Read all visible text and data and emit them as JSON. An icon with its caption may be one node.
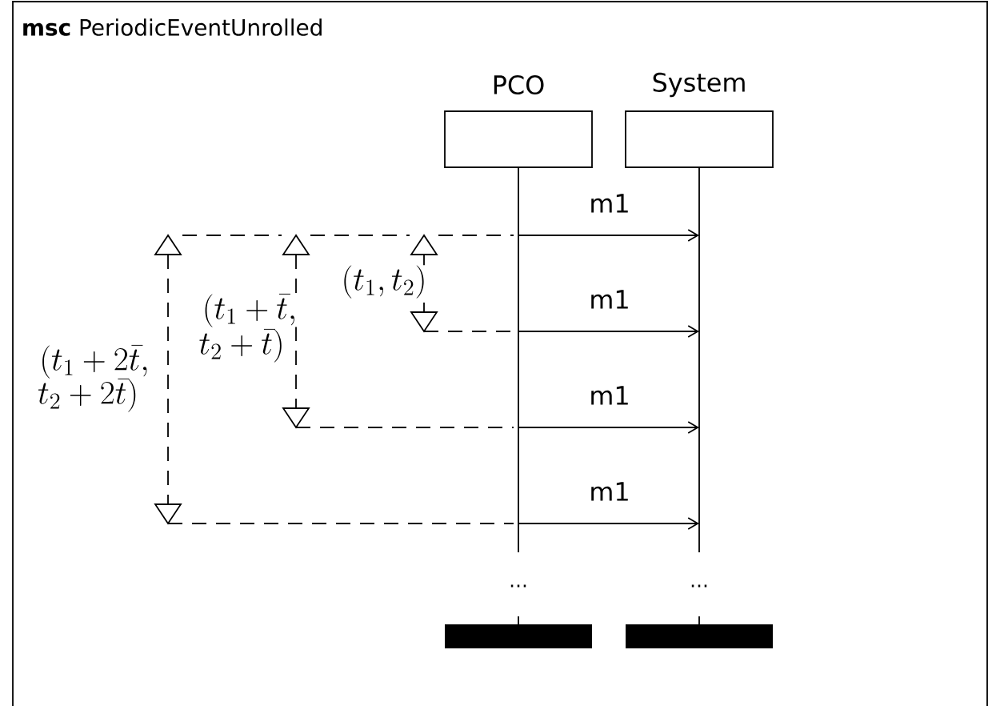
{
  "diagram": {
    "title": "**msc** PeriodicEventUnrolled",
    "nodes": [
      {
        "text": [
          "PCO"
        ]
      },
      {
        "text": [
          "System"
        ]
      }
    ],
    "edges": [
      {
        "from": 0,
        "to": 1,
        "arrow": "to",
        "label": "m1"
      },
      {
        "from": 0,
        "to": 1,
        "arrow": "to",
        "label": "m1"
      },
      {
        "from": 0,
        "to": 1,
        "arrow": "to",
        "label": "m1"
      },
      {
        "from": 0,
        "to": 1,
        "arrow": "to",
        "label": "m1"
      }
    ],
    "labels": [
      "(t_1,t_2)",
      "(t_1+\\bar{t},",
      "t_2+\\bar{t})",
      "(t_1+2\\bar{t},",
      "t_2+2\\bar{t})",
      "…",
      "…"
    ]
  }
}
